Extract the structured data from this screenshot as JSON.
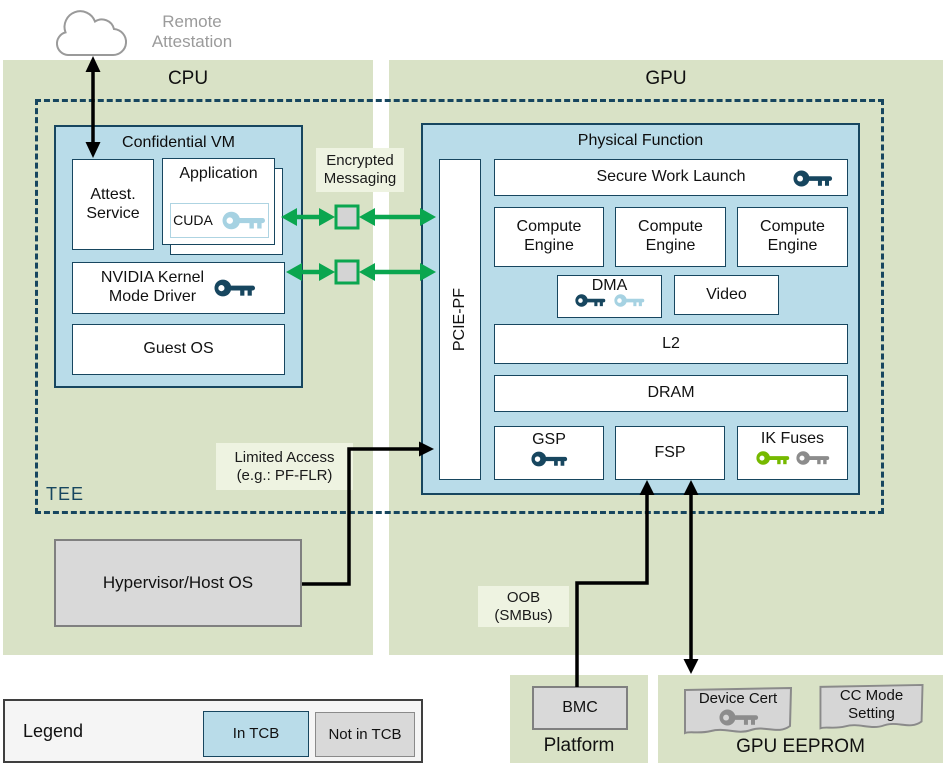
{
  "colors": {
    "panel_green": "#d9e2c6",
    "box_blue": "#b9dce9",
    "navy": "#17465f",
    "arrow_green": "#0aa64f",
    "nvidia_green_key": "#76b900",
    "gray_key": "#8c8c8c",
    "lightblue_key": "#a6d2e2",
    "gray_fill": "#d9d9d9",
    "chip_bg": "#eef3e1"
  },
  "external": {
    "remote_attestation": "Remote\nAttestation"
  },
  "cpu": {
    "label": "CPU",
    "tee_label": "TEE",
    "confidential_vm": {
      "title": "Confidential VM",
      "attest_service": "Attest.\nService",
      "application": "Application",
      "cuda": "CUDA",
      "kernel_driver": "NVIDIA Kernel\nMode Driver",
      "guest_os": "Guest OS"
    },
    "hypervisor": "Hypervisor/Host OS"
  },
  "channels": {
    "encrypted_messaging": "Encrypted\nMessaging",
    "limited_access": "Limited Access\n(e.g.: PF-FLR)",
    "oob": "OOB\n(SMBus)"
  },
  "gpu": {
    "label": "GPU",
    "physical_function": {
      "title": "Physical Function",
      "pcie_pf": "PCIE-PF",
      "secure_work_launch": "Secure Work Launch",
      "compute_engines": [
        "Compute\nEngine",
        "Compute\nEngine",
        "Compute\nEngine"
      ],
      "dma": "DMA",
      "video": "Video",
      "l2": "L2",
      "dram": "DRAM",
      "gsp": "GSP",
      "fsp": "FSP",
      "ik_fuses": "IK Fuses"
    }
  },
  "platform": {
    "title": "Platform",
    "bmc": "BMC"
  },
  "gpu_eeprom": {
    "title": "GPU EEPROM",
    "device_cert": "Device Cert",
    "cc_mode_setting": "CC Mode\nSetting"
  },
  "legend": {
    "title": "Legend",
    "in_tcb": "In TCB",
    "not_in_tcb": "Not in TCB"
  }
}
